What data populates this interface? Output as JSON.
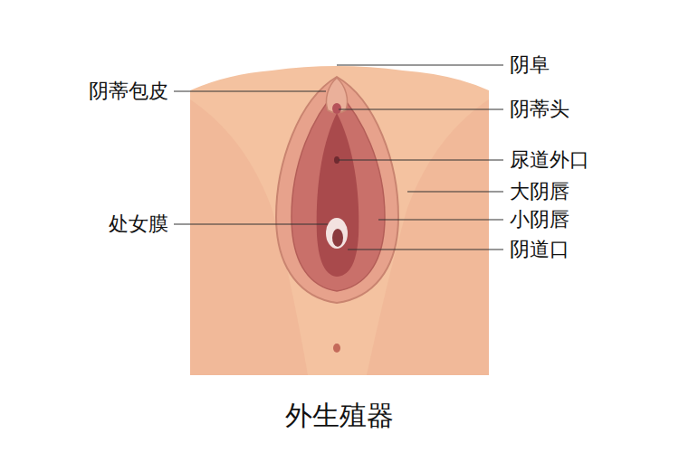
{
  "diagram": {
    "caption": "外生殖器",
    "labels": [
      "阴阜",
      "阴蒂包皮",
      "阴蒂头",
      "尿道外口",
      "大阴唇",
      "处女膜",
      "小阴唇",
      "阴道口"
    ]
  }
}
